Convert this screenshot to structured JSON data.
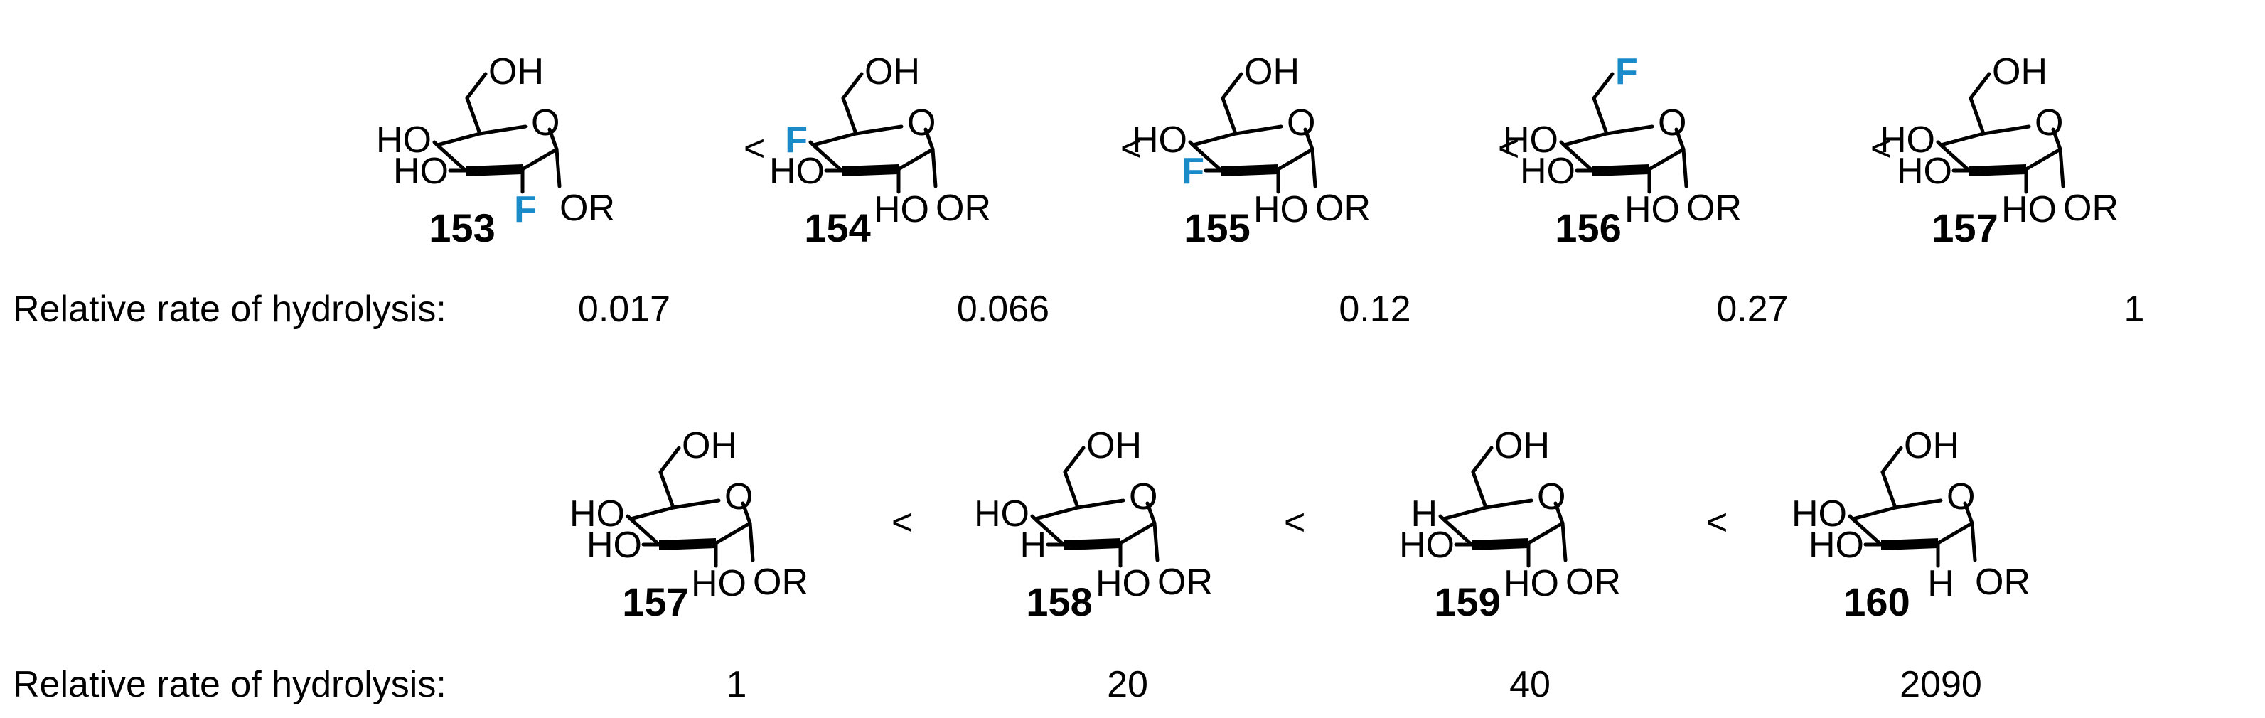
{
  "rate_label": "Relative rate of hydrolysis:",
  "less_than": "<",
  "rows": [
    {
      "compounds": [
        {
          "id": "153",
          "rate": "0.017",
          "labels": {
            "top": "OH",
            "c4": "HO",
            "c3": "HO",
            "c2": "F",
            "c1": "OR",
            "ring_o": "O"
          },
          "fluorine": [
            "c2"
          ]
        },
        {
          "id": "154",
          "rate": "0.066",
          "labels": {
            "top": "OH",
            "c4": "F",
            "c3": "HO",
            "c2": "HO",
            "c1": "OR",
            "ring_o": "O"
          },
          "fluorine": [
            "c4"
          ]
        },
        {
          "id": "155",
          "rate": "0.12",
          "labels": {
            "top": "OH",
            "c4": "HO",
            "c3": "F",
            "c2": "HO",
            "c1": "OR",
            "ring_o": "O"
          },
          "fluorine": [
            "c3"
          ]
        },
        {
          "id": "156",
          "rate": "0.27",
          "labels": {
            "top": "F",
            "c4": "HO",
            "c3": "HO",
            "c2": "HO",
            "c1": "OR",
            "ring_o": "O"
          },
          "fluorine": [
            "top"
          ]
        },
        {
          "id": "157",
          "rate": "1",
          "labels": {
            "top": "OH",
            "c4": "HO",
            "c3": "HO",
            "c2": "HO",
            "c1": "OR",
            "ring_o": "O"
          },
          "fluorine": []
        }
      ]
    },
    {
      "compounds": [
        {
          "id": "157",
          "rate": "1",
          "labels": {
            "top": "OH",
            "c4": "HO",
            "c3": "HO",
            "c2": "HO",
            "c1": "OR",
            "ring_o": "O"
          },
          "fluorine": []
        },
        {
          "id": "158",
          "rate": "20",
          "labels": {
            "top": "OH",
            "c4": "HO",
            "c3": "H",
            "c2": "HO",
            "c1": "OR",
            "ring_o": "O"
          },
          "fluorine": []
        },
        {
          "id": "159",
          "rate": "40",
          "labels": {
            "top": "OH",
            "c4": "H",
            "c3": "HO",
            "c2": "HO",
            "c1": "OR",
            "ring_o": "O"
          },
          "fluorine": []
        },
        {
          "id": "160",
          "rate": "2090",
          "labels": {
            "top": "OH",
            "c4": "HO",
            "c3": "HO",
            "c2": "H",
            "c1": "OR",
            "ring_o": "O"
          },
          "fluorine": []
        }
      ]
    }
  ],
  "colors": {
    "fluorine": "#1a8bc9",
    "text": "#000000"
  }
}
